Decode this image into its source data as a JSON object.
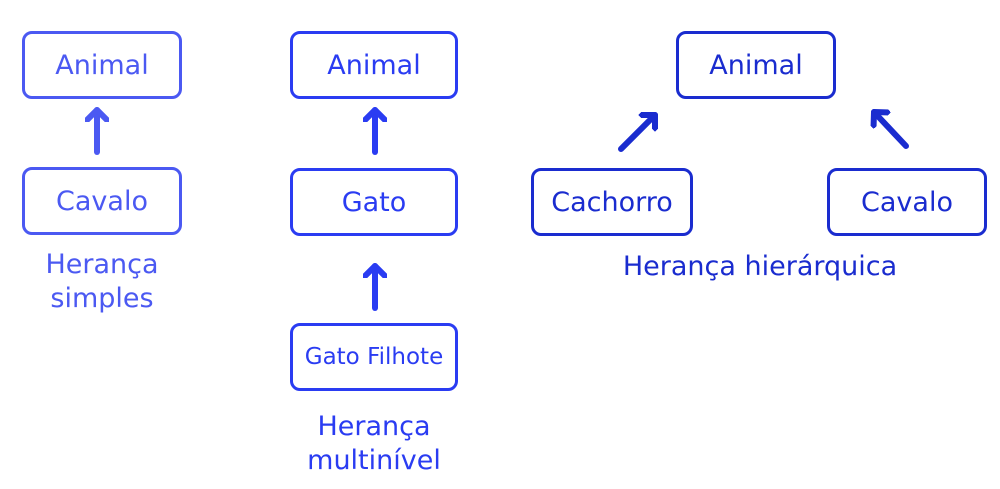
{
  "colors": {
    "simple": "#4b59f2",
    "multilevel": "#2a3cf2",
    "hierarchical": "#1a2ccf",
    "background": "#ffffff"
  },
  "diagrams": {
    "simple": {
      "nodes": [
        {
          "label": "Animal"
        },
        {
          "label": "Cavalo"
        }
      ],
      "edges": [
        {
          "from": "Cavalo",
          "to": "Animal"
        }
      ],
      "caption_line1": "Herança",
      "caption_line2": "simples"
    },
    "multilevel": {
      "nodes": [
        {
          "label": "Animal"
        },
        {
          "label": "Gato"
        },
        {
          "label": "Gato Filhote"
        }
      ],
      "edges": [
        {
          "from": "Gato",
          "to": "Animal"
        },
        {
          "from": "Gato Filhote",
          "to": "Gato"
        }
      ],
      "caption_line1": "Herança",
      "caption_line2": "multinível"
    },
    "hierarchical": {
      "nodes": [
        {
          "label": "Animal"
        },
        {
          "label": "Cachorro"
        },
        {
          "label": "Cavalo"
        }
      ],
      "edges": [
        {
          "from": "Cachorro",
          "to": "Animal"
        },
        {
          "from": "Cavalo",
          "to": "Animal"
        }
      ],
      "caption": "Herança hierárquica"
    }
  }
}
